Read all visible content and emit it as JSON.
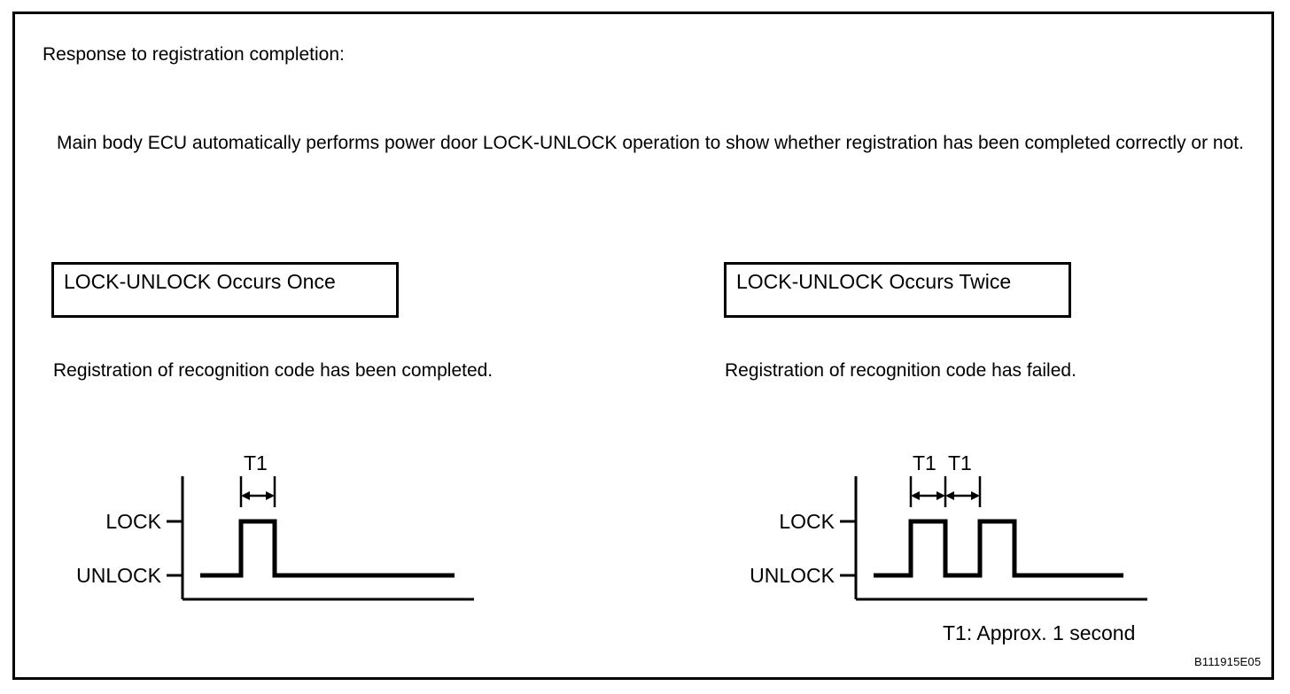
{
  "document": {
    "heading": "Response to registration completion:",
    "intro": "Main body ECU automatically performs power door LOCK-UNLOCK operation to show whether registration has been completed correctly or not.",
    "figure_id": "B111915E05",
    "footnote": "T1: Approx. 1 second",
    "border_color": "#000000",
    "background_color": "#ffffff"
  },
  "panels": [
    {
      "box_label": "LOCK-UNLOCK Occurs Once",
      "caption": "Registration of recognition code has been completed.",
      "chart_data": {
        "type": "line",
        "title": "LOCK-UNLOCK Occurs Once",
        "xlabel": "",
        "ylabel": "",
        "ytick_labels": [
          "LOCK",
          "UNLOCK"
        ],
        "states": [
          "UNLOCK",
          "LOCK",
          "UNLOCK"
        ],
        "pulse_count": 1,
        "annotations": [
          "T1"
        ],
        "x": [
          0,
          1,
          1,
          2,
          2,
          6
        ],
        "y": [
          "UNLOCK",
          "UNLOCK",
          "LOCK",
          "LOCK",
          "UNLOCK",
          "UNLOCK"
        ],
        "grid": false,
        "legend": "none"
      }
    },
    {
      "box_label": "LOCK-UNLOCK Occurs Twice",
      "caption": "Registration of recognition code has failed.",
      "chart_data": {
        "type": "line",
        "title": "LOCK-UNLOCK Occurs Twice",
        "xlabel": "",
        "ylabel": "",
        "ytick_labels": [
          "LOCK",
          "UNLOCK"
        ],
        "states": [
          "UNLOCK",
          "LOCK",
          "UNLOCK",
          "LOCK",
          "UNLOCK"
        ],
        "pulse_count": 2,
        "annotations": [
          "T1",
          "T1"
        ],
        "x": [
          0,
          1,
          1,
          2,
          2,
          3,
          3,
          4,
          4,
          6
        ],
        "y": [
          "UNLOCK",
          "UNLOCK",
          "LOCK",
          "LOCK",
          "UNLOCK",
          "UNLOCK",
          "LOCK",
          "LOCK",
          "UNLOCK",
          "UNLOCK"
        ],
        "grid": false,
        "legend": "none"
      }
    }
  ],
  "axis_labels": {
    "lock": "LOCK",
    "unlock": "UNLOCK"
  },
  "t1_label": "T1"
}
